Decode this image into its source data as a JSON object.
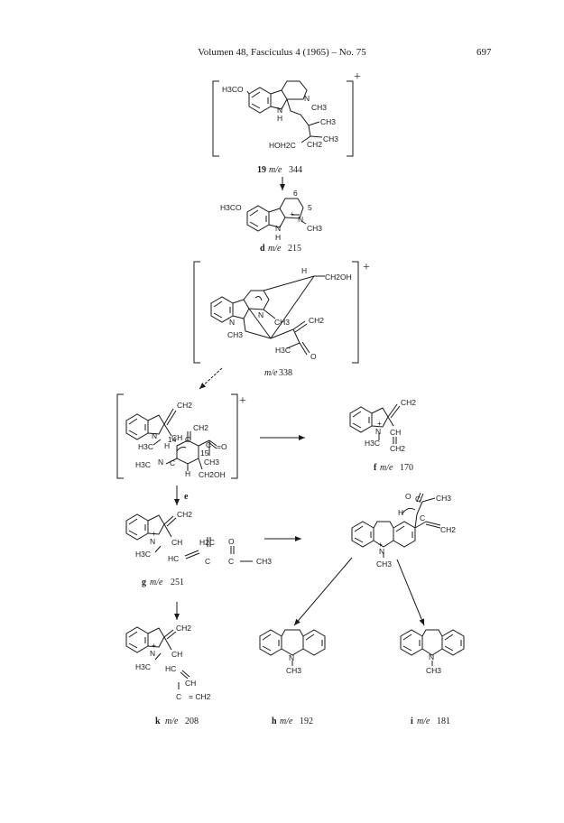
{
  "header": {
    "running_title": "Volumen 48, Fasciculus 4 (1965) – No. 75",
    "page_number": "697"
  },
  "structures": {
    "s19": {
      "label": "19",
      "mz": "m/e",
      "mass": "344",
      "charge": "+",
      "atoms": [
        "H3CO",
        "N",
        "H",
        "N",
        "CH3",
        "CH3",
        "CH2",
        "CH3",
        "HOH2C"
      ]
    },
    "d": {
      "label": "d",
      "mz": "m/e",
      "mass": "215",
      "atoms": [
        "H3CO",
        "N",
        "H",
        "N",
        "CH3",
        "+",
        "6",
        "5"
      ]
    },
    "m338": {
      "mz": "m/e",
      "mass": "338",
      "charge": "+",
      "atoms": [
        "H",
        "CH2OH",
        "N",
        "N",
        "CH3",
        "CH3",
        "CH2",
        "H3C",
        "O"
      ]
    },
    "e_int": {
      "charge": "+",
      "atoms": [
        "CH2",
        "N",
        "CH",
        "CH2",
        "H3C",
        "H",
        "14",
        "15",
        "C",
        "C",
        "=O",
        "CH3",
        "H3C",
        "N",
        "C",
        "H",
        "CH2OH"
      ]
    },
    "f": {
      "label": "f",
      "mz": "m/e",
      "mass": "170",
      "atoms": [
        "CH2",
        "+",
        "N",
        "H3C",
        "CH",
        "CH2"
      ]
    },
    "e_arrow_label": "e",
    "g": {
      "label": "g",
      "mz": "m/e",
      "mass": "251",
      "atoms": [
        "CH2",
        "+",
        "N",
        "H3C",
        "CH",
        "H2C",
        "O",
        "HC",
        "C",
        "C",
        "CH3"
      ]
    },
    "carb": {
      "atoms": [
        "O",
        "C",
        "CH3",
        "H",
        "C",
        "CH2",
        "+",
        "N",
        "CH3"
      ]
    },
    "k": {
      "label": "k",
      "mz": "m/e",
      "mass": "208",
      "atoms": [
        "CH2",
        "+",
        "N",
        "H3C",
        "CH",
        "HC",
        "CH",
        "C",
        "= CH2"
      ]
    },
    "h": {
      "label": "h",
      "mz": "m/e",
      "mass": "192",
      "atoms": [
        "N",
        "CH3"
      ]
    },
    "i": {
      "label": "i",
      "mz": "m/e",
      "mass": "181",
      "atoms": [
        "N",
        "CH3"
      ]
    }
  }
}
